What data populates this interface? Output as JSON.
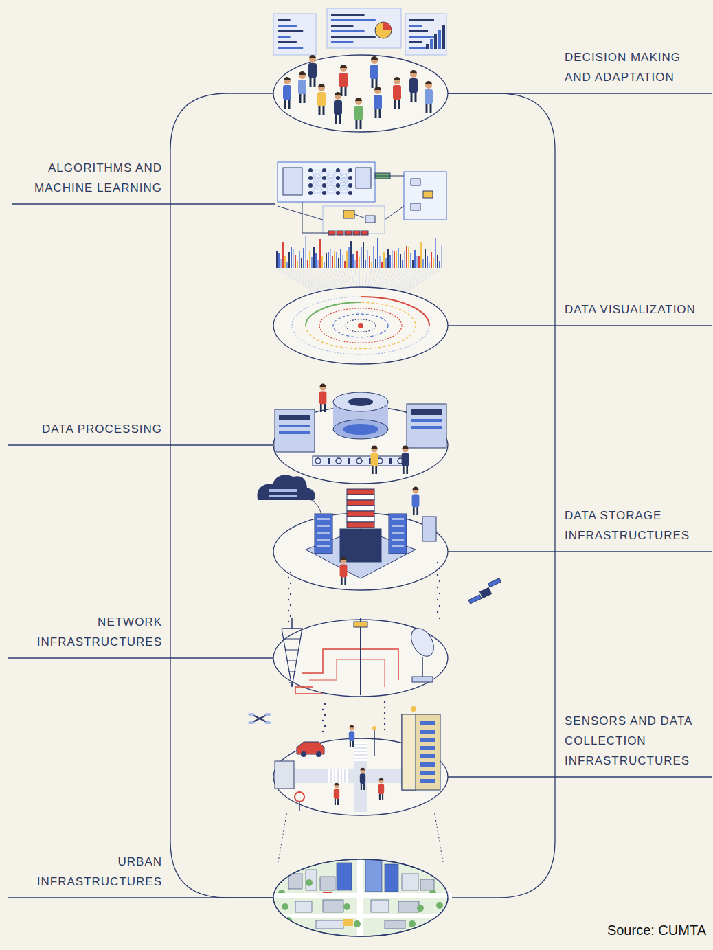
{
  "diagram": {
    "labels": [
      "DECISION MAKING AND ADAPTATION",
      "ALGORITHMS AND MACHINE LEARNING",
      "DATA VISUALIZATION",
      "DATA PROCESSING",
      "DATA STORAGE INFRASTRUCTURES",
      "NETWORK INFRASTRUCTURES",
      "SENSORS AND DATA COLLECTION INFRASTRUCTURES",
      "URBAN INFRASTRUCTURES",
      "Source: CUMTA"
    ]
  }
}
